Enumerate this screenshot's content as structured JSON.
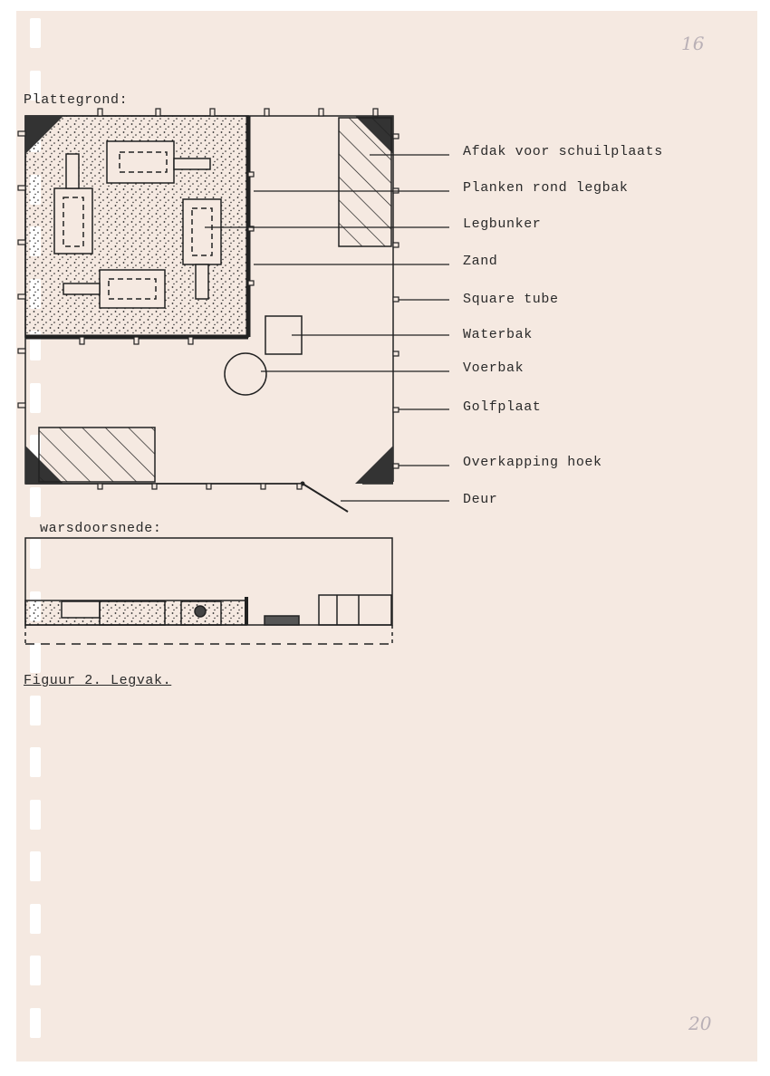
{
  "document": {
    "section_plan": "Plattegrond:",
    "section_cross": "warsdoorsnede:",
    "caption": "Figuur 2. Legvak."
  },
  "labels": [
    "Afdak voor schuilplaats",
    "Planken rond legbak",
    "Legbunker",
    "Zand",
    "Square tube",
    "Waterbak",
    "Voerbak",
    "Golfplaat",
    "Overkapping hoek",
    "Deur"
  ],
  "handwritten": {
    "top_right": "16",
    "bottom_right": "20"
  },
  "colors": {
    "paper": "#f5e9e1",
    "ink": "#2a2a2a",
    "pencil": "#b9b0b6"
  }
}
